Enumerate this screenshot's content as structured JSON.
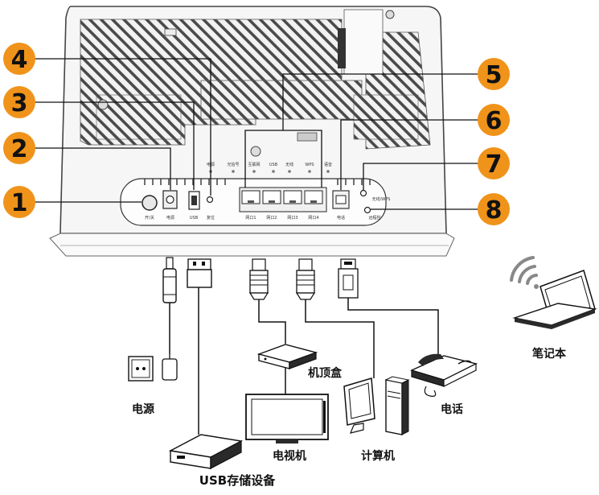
{
  "colors": {
    "badge": "#f0931a",
    "line": "#111111",
    "device": "#f4f4f4"
  },
  "callouts": [
    "1",
    "2",
    "3",
    "4",
    "5",
    "6",
    "7",
    "8"
  ],
  "port_labels": {
    "switch": "开/关",
    "power": "电源",
    "usb": "USB",
    "reset": "复位",
    "lan1": "网口1",
    "lan2": "网口2",
    "lan3": "网口3",
    "lan4": "网口4",
    "phone": "电话",
    "wifi_btn": "无线/WPS",
    "wifi_btn2": "远程控"
  },
  "indicator_labels": [
    "电源",
    "光信号",
    "互联网",
    "USB",
    "无线",
    "WPS",
    "语音"
  ],
  "devices": {
    "power_outlet": "电源",
    "usb_storage": "USB存储设备",
    "stb": "机顶盒",
    "tv": "电视机",
    "computer": "计算机",
    "telephone": "电话",
    "laptop": "笔记本"
  }
}
